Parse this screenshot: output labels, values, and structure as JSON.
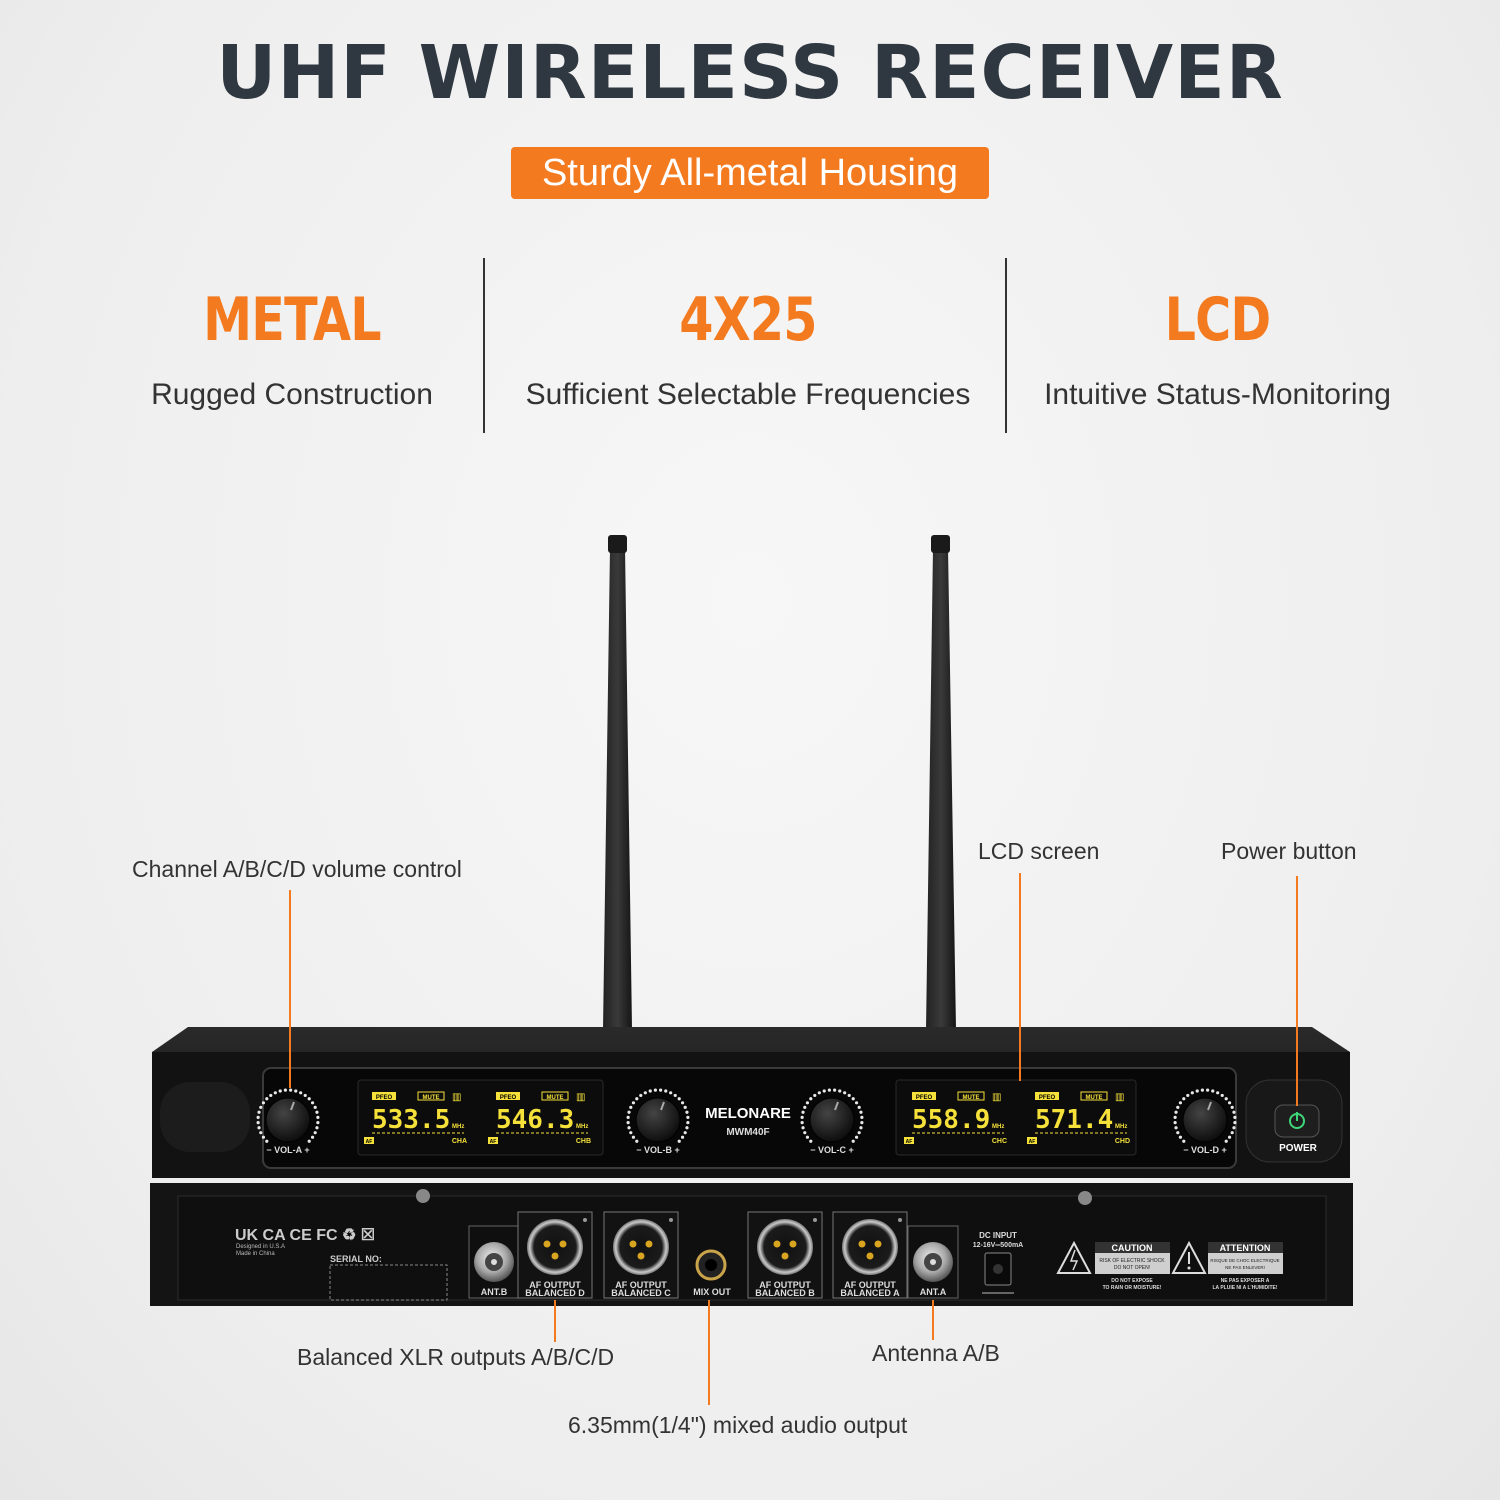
{
  "header": {
    "title": "UHF WIRELESS RECEIVER",
    "badge": "Sturdy All-metal Housing"
  },
  "features": [
    {
      "headline": "METAL",
      "caption": "Rugged Construction"
    },
    {
      "headline": "4X25",
      "caption": "Sufficient Selectable Frequencies"
    },
    {
      "headline": "LCD",
      "caption": "Intuitive Status-Monitoring"
    }
  ],
  "callouts": {
    "volume": "Channel A/B/C/D volume control",
    "lcd": "LCD screen",
    "power": "Power button",
    "xlr": "Balanced XLR outputs A/B/C/D",
    "antenna": "Antenna A/B",
    "mix": "6.35mm(1/4\") mixed audio output"
  },
  "front_panel": {
    "brand": "MELONARE",
    "model": "MWM40F",
    "power_label": "POWER",
    "vol_labels": [
      "− VOL-A +",
      "− VOL-B +",
      "− VOL-C +",
      "− VOL-D +"
    ],
    "displays": [
      {
        "freq": "533.5",
        "unit": "MHz",
        "channel": "CHA",
        "pfeo": "PFEO",
        "mute": "MUTE",
        "af": "AF"
      },
      {
        "freq": "546.3",
        "unit": "MHz",
        "channel": "CHB",
        "pfeo": "PFEO",
        "mute": "MUTE",
        "af": "AF"
      },
      {
        "freq": "558.9",
        "unit": "MHz",
        "channel": "CHC",
        "pfeo": "PFEO",
        "mute": "MUTE",
        "af": "AF"
      },
      {
        "freq": "571.4",
        "unit": "MHz",
        "channel": "CHD",
        "pfeo": "PFEO",
        "mute": "MUTE",
        "af": "AF"
      }
    ]
  },
  "rear_panel": {
    "cert_marks": "UK CA  CE  FC  ♻  ☒",
    "origin_line1": "Designed in U.S.A",
    "origin_line2": "Made in China",
    "serial_label": "SERIAL NO:",
    "ant_b": "ANT.B",
    "ant_a": "ANT.A",
    "mix_out": "MIX OUT",
    "outputs": [
      {
        "line1": "AF OUTPUT",
        "line2": "BALANCED D"
      },
      {
        "line1": "AF OUTPUT",
        "line2": "BALANCED C"
      },
      {
        "line1": "AF OUTPUT",
        "line2": "BALANCED B"
      },
      {
        "line1": "AF OUTPUT",
        "line2": "BALANCED A"
      }
    ],
    "dc_input_line1": "DC INPUT",
    "dc_input_line2": "12-16V═500mA",
    "caution_title": "CAUTION",
    "caution_line1": "RISK OF ELECTRIC SHOCK",
    "caution_line2": "DO NOT OPEN!",
    "caution_line3": "DO NOT EXPOSE",
    "caution_line4": "TO RAIN OR MOISTURE!",
    "attention_title": "ATTENTION",
    "attention_line1": "RISQUE DE CHOC ELECTRIQUE",
    "attention_line2": "NE PAS ENLEVER!",
    "attention_line3": "NE PAS EXPOSER A",
    "attention_line4": "LA PLUIE NI A L'HUMIDITE!"
  },
  "colors": {
    "accent": "#f47a1f",
    "title": "#2f3840",
    "lcd_text": "#f5e13a",
    "power_led": "#3fd67a"
  }
}
